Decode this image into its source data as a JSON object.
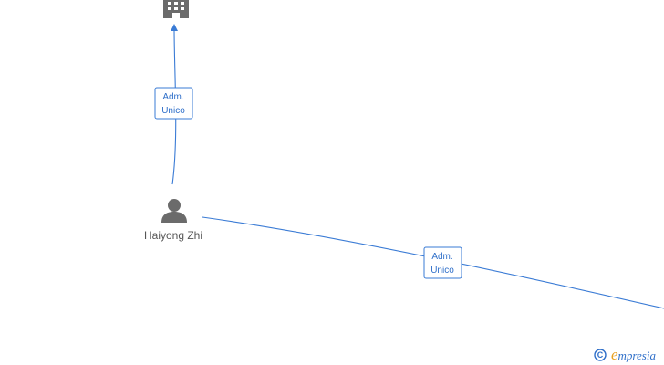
{
  "nodes": {
    "company": {
      "icon": "building-icon"
    },
    "person": {
      "icon": "person-icon",
      "label": "Haiyong Zhi"
    }
  },
  "edges": [
    {
      "from": "person",
      "to": "company",
      "label_line1": "Adm.",
      "label_line2": "Unico"
    },
    {
      "from": "person",
      "to": "offscreen-right",
      "label_line1": "Adm.",
      "label_line2": "Unico"
    }
  ],
  "watermark": {
    "copyright_symbol": "C",
    "brand_first_letter": "e",
    "brand_rest": "mpresia"
  },
  "colors": {
    "edge": "#3a7bd5",
    "icon": "#6b6b6b",
    "brand_accent": "#e8a020"
  }
}
